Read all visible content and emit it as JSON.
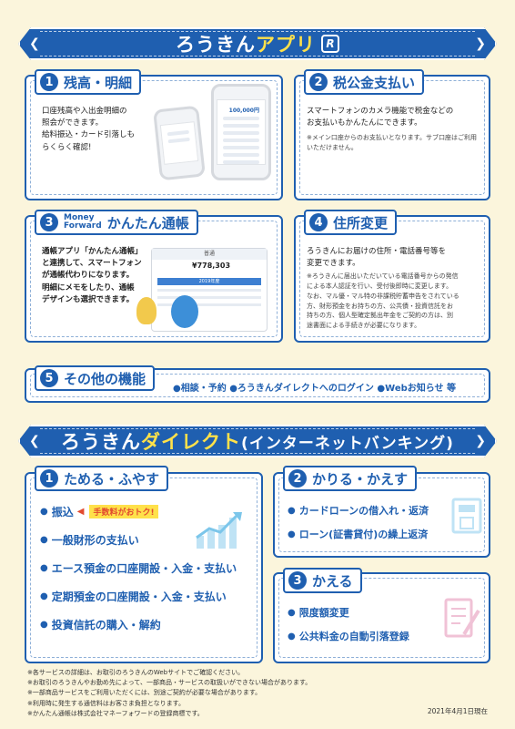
{
  "app_banner": {
    "title_main": "ろうきん",
    "title_accent": "アプリ",
    "logo_letter": "R"
  },
  "section1": {
    "num": "1",
    "title": "残高・明細",
    "lines": [
      "口座残高や入出金明細の",
      "照会ができます。",
      "給料振込・カード引落しも",
      "らくらく確認!"
    ],
    "phone_balance": "100,000円"
  },
  "section2": {
    "num": "2",
    "title": "税公金支払い",
    "lines": [
      "スマートフォンのカメラ機能で税金などの",
      "お支払いもかんたんにできます。"
    ],
    "notes": [
      "※メイン口座からのお支払いとなります。サブ口座はご利用",
      "いただけません。"
    ]
  },
  "section3": {
    "num": "3",
    "brand_line1": "Money",
    "brand_line2": "Forward",
    "title": "かんたん通帳",
    "lines": [
      "通帳アプリ「かんたん通帳」",
      "と連携して、スマートフォン",
      "が通帳代わりになります。",
      "明細にメモをしたり、通帳",
      "デザインも選択できます。"
    ],
    "screen_amount": "¥778,303",
    "screen_header": "普通",
    "screen_year": "2019年度"
  },
  "section4": {
    "num": "4",
    "title": "住所変更",
    "lines": [
      "ろうきんにお届けの住所・電話番号等を",
      "変更できます。"
    ],
    "notes": [
      "※ろうきんに届出いただいている電話番号からの発信",
      "による本人認証を行い、受付後即時に変更します。",
      "なお、マル優・マル特の非課税貯蓄申告をされている",
      "方、財形預金をお持ちの方、公共債・投資信託をお",
      "持ちの方、個人型確定拠出年金をご契約の方は、別",
      "途書面による手続きが必要になります。"
    ]
  },
  "section5": {
    "num": "5",
    "title": "その他の機能",
    "items": "●相談・予約 ●ろうきんダイレクトへのログイン ●Webお知らせ 等"
  },
  "direct_banner": {
    "title_main": "ろうきん",
    "title_accent": "ダイレクト",
    "title_sub": "(インターネットバンキング)"
  },
  "direct1": {
    "num": "1",
    "title": "ためる・ふやす",
    "items": [
      "振込",
      "一般財形の支払い",
      "エース預金の口座開設・入金・支払い",
      "定期預金の口座開設・入金・支払い",
      "投資信託の購入・解約"
    ],
    "fee_badge": "手数料がおトク!"
  },
  "direct2": {
    "num": "2",
    "title": "かりる・かえす",
    "items": [
      "カードローンの借入れ・返済",
      "ローン(証書貸付)の繰上返済"
    ]
  },
  "direct3": {
    "num": "3",
    "title": "かえる",
    "items": [
      "限度額変更",
      "公共料金の自動引落登録"
    ]
  },
  "footnotes": [
    "※各サービスの詳細は、お取引のろうきんのWebサイトでご確認ください。",
    "※お取引のろうきんやお勤め先によって、一部商品・サービスの取扱いができない場合があります。",
    "※一部商品サービスをご利用いただくには、別途ご契約が必要な場合があります。",
    "※利用時に発生する通信料はお客さま負担となります。",
    "※かんたん通帳は株式会社マネーフォワードの登録商標です。"
  ],
  "date": "2021年4月1日現在",
  "colors": {
    "brand_blue": "#1f5fb0",
    "accent_yellow": "#ffe14a",
    "background": "#fbf5dc",
    "fee_red": "#e24a2f"
  }
}
